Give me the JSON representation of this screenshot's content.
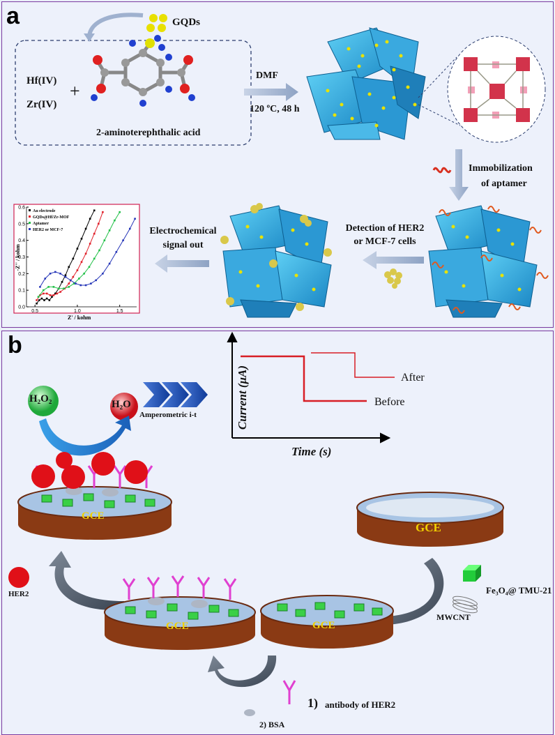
{
  "panel_a": {
    "label": "a",
    "gqds": "GQDs",
    "metal1": "Hf(IV)",
    "metal2": "Zr(IV)",
    "plus": "+",
    "ligand": "2-aminoterephthalic acid",
    "condition1": "DMF",
    "condition2": "120 ºC, 48 h",
    "immob1": "Immobilization",
    "immob2": "of aptamer",
    "detect1": "Detection of HER2",
    "detect2": "or MCF-7 cells",
    "signal1": "Electrochemical",
    "signal2": "signal out",
    "chart_data": {
      "type": "scatter",
      "xlabel": "Z' / kohm",
      "ylabel": "-Z'' / kohm",
      "xlim": [
        0.4,
        1.7
      ],
      "ylim": [
        0.0,
        0.6
      ],
      "xticks": [
        "0.5",
        "1.0",
        "1.5"
      ],
      "yticks": [
        "0.0",
        "0.1",
        "0.2",
        "0.3",
        "0.4",
        "0.5",
        "0.6"
      ],
      "legend_position": "top-left",
      "series": [
        {
          "name": "Au electrode",
          "color": "#000000",
          "x": [
            0.52,
            0.55,
            0.58,
            0.61,
            0.64,
            0.67,
            0.7,
            0.74,
            0.78,
            0.82,
            0.86,
            0.9,
            0.95,
            1.0,
            1.05,
            1.1,
            1.15,
            1.2
          ],
          "y": [
            0.02,
            0.04,
            0.05,
            0.04,
            0.05,
            0.04,
            0.06,
            0.08,
            0.11,
            0.15,
            0.19,
            0.24,
            0.29,
            0.35,
            0.41,
            0.47,
            0.53,
            0.58
          ]
        },
        {
          "name": "GQDs@Hf/Zr-MOF",
          "color": "#e0202a",
          "x": [
            0.52,
            0.56,
            0.6,
            0.64,
            0.68,
            0.72,
            0.76,
            0.8,
            0.85,
            0.9,
            0.95,
            1.0,
            1.05,
            1.1,
            1.15,
            1.2,
            1.25,
            1.3
          ],
          "y": [
            0.04,
            0.07,
            0.08,
            0.08,
            0.07,
            0.07,
            0.08,
            0.09,
            0.11,
            0.14,
            0.18,
            0.22,
            0.27,
            0.32,
            0.38,
            0.44,
            0.5,
            0.57
          ]
        },
        {
          "name": "Aptamer",
          "color": "#22c048",
          "x": [
            0.54,
            0.6,
            0.66,
            0.72,
            0.78,
            0.84,
            0.9,
            0.96,
            1.02,
            1.08,
            1.14,
            1.2,
            1.26,
            1.32,
            1.38,
            1.44,
            1.5
          ],
          "y": [
            0.06,
            0.1,
            0.12,
            0.12,
            0.11,
            0.11,
            0.12,
            0.14,
            0.17,
            0.2,
            0.24,
            0.29,
            0.34,
            0.4,
            0.46,
            0.52,
            0.57
          ]
        },
        {
          "name": "HER2 or MCF-7",
          "color": "#2636b8",
          "x": [
            0.56,
            0.62,
            0.68,
            0.74,
            0.8,
            0.86,
            0.92,
            0.98,
            1.04,
            1.1,
            1.16,
            1.22,
            1.3,
            1.38,
            1.46,
            1.54,
            1.62,
            1.68
          ],
          "y": [
            0.12,
            0.17,
            0.2,
            0.21,
            0.2,
            0.18,
            0.16,
            0.14,
            0.13,
            0.13,
            0.14,
            0.16,
            0.2,
            0.26,
            0.33,
            0.4,
            0.47,
            0.53
          ]
        }
      ]
    }
  },
  "panel_b": {
    "label": "b",
    "h2o2": "H₂O₂",
    "h2o": "H₂O",
    "amperometric": "Amperometric i-t",
    "ylabel": "Current (μA)",
    "xlabel": "Time (s)",
    "after": "After",
    "before": "Before",
    "gce": "GCE",
    "her2": "HER2",
    "fe3o4": "Fe₃O₄@ TMU-21",
    "mwcnt": "MWCNT",
    "step1_num": "1)",
    "step1": "antibody of HER2",
    "step2": "2) BSA"
  }
}
